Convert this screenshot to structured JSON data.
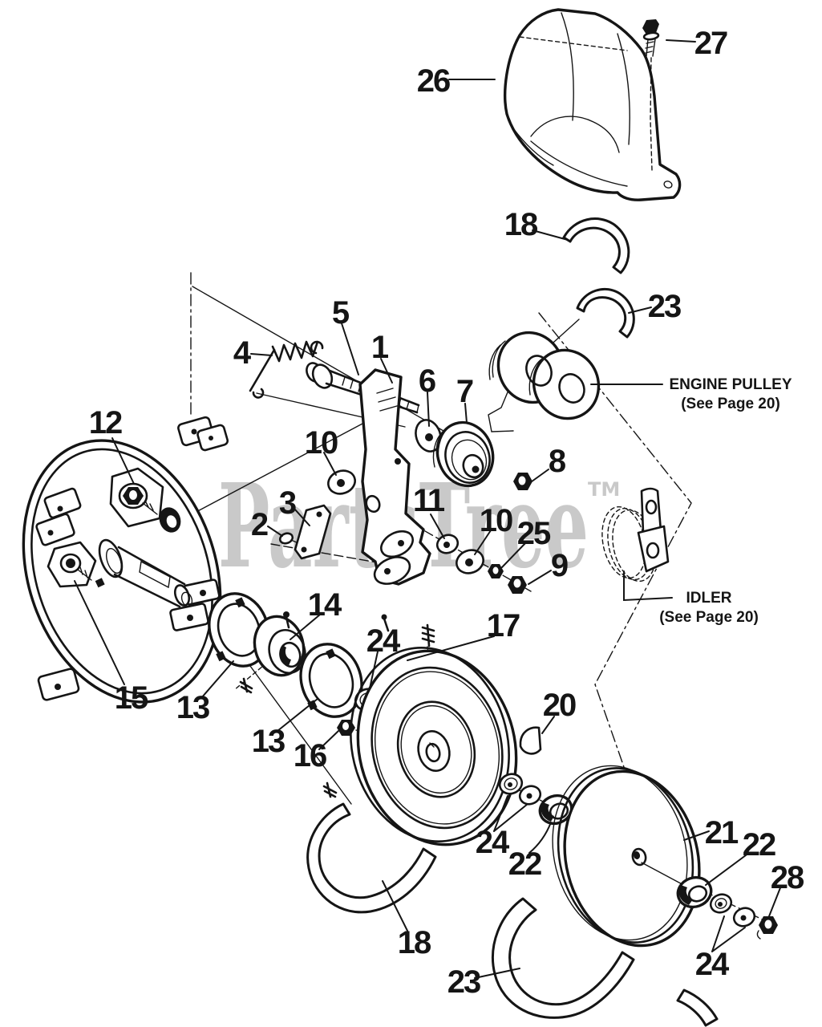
{
  "watermark": {
    "text": "PartsTree",
    "tm": "TM"
  },
  "annotations": {
    "engine_pulley_line1": "ENGINE PULLEY",
    "engine_pulley_line2": "(See Page 20)",
    "idler_line1": "IDLER",
    "idler_line2": "(See Page 20)"
  },
  "callouts": {
    "c1": "1",
    "c2": "2",
    "c3": "3",
    "c4": "4",
    "c5": "5",
    "c6": "6",
    "c7": "7",
    "c8": "8",
    "c9": "9",
    "c10a": "10",
    "c10b": "10",
    "c11": "11",
    "c12": "12",
    "c13a": "13",
    "c13b": "13",
    "c14": "14",
    "c15": "15",
    "c16": "16",
    "c17": "17",
    "c18a": "18",
    "c18b": "18",
    "c20": "20",
    "c21": "21",
    "c22a": "22",
    "c22b": "22",
    "c23a": "23",
    "c23b": "23",
    "c24a": "24",
    "c24b": "24",
    "c24c": "24",
    "c25": "25",
    "c26": "26",
    "c27": "27",
    "c28": "28"
  },
  "colors": {
    "ink": "#151515",
    "watermark": "#c9c9c9",
    "background": "#ffffff"
  }
}
